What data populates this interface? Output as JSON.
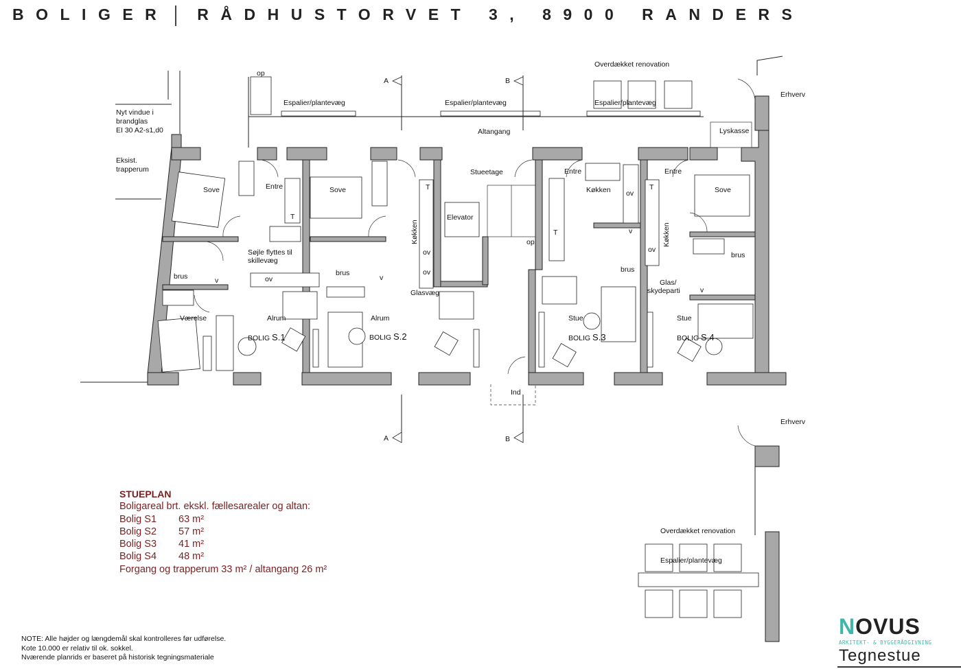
{
  "header": {
    "left": "BOLIGER",
    "right": "RÅDHUSTORVET 3, 8900 RANDERS"
  },
  "plan_labels": {
    "op_top": "op",
    "section_a": "A",
    "section_b": "B",
    "renovation_top": "Overdækket renovation",
    "erhverv_top": "Erhverv",
    "espalier_1": "Espalier/plantevæg",
    "espalier_2": "Espalier/plantevæg",
    "espalier_3": "Espalier/plantevæg",
    "altangang": "Altangang",
    "lyskasse": "Lyskasse",
    "window_note": [
      "Nyt vindue i",
      "brandglas",
      "EI 30 A2-s1,d0"
    ],
    "stair_existing": [
      "Eksist.",
      "trapperum"
    ],
    "s1_sove": "Sove",
    "s1_entre": "Entre",
    "s1_t": "T",
    "s1_column_note": [
      "Søjle flyttes til",
      "skillevæg"
    ],
    "s1_brus": "brus",
    "s1_v": "v",
    "s1_ov": "ov",
    "s1_vaerelse": "Værelse",
    "s1_alrum": "Alrum",
    "s1_bolig": "BOLIG",
    "s1_num": "S.1",
    "s2_sove": "Sove",
    "s2_brus": "brus",
    "s2_v": "v",
    "s2_alrum": "Alrum",
    "s2_bolig": "BOLIG",
    "s2_num": "S.2",
    "s2_kokken": "Køkken",
    "s2_t": "T",
    "s2_ov1": "ov",
    "s2_ov2": "ov",
    "glasvaeg": "Glasvæg",
    "stueetage": "Stueetage",
    "elevator": "Elevator",
    "op_stair": "op",
    "ind": "Ind",
    "s3_entre": "Entre",
    "s3_kokken": "Køkken",
    "s3_ov": "ov",
    "s3_v": "v",
    "s3_brus": "brus",
    "s3_t": "T",
    "s3_stue": "Stue",
    "s3_bolig": "BOLIG",
    "s3_num": "S.3",
    "s4_entre": "Entre",
    "s4_sove": "Sove",
    "s4_kokken": "Køkken",
    "s4_t": "T",
    "s4_ov": "ov",
    "s4_brus": "brus",
    "s4_glas": [
      "Glas/",
      "skydeparti"
    ],
    "s4_stue": "Stue",
    "s4_bolig": "BOLIG",
    "s4_num": "S.4",
    "s4_v": "v",
    "section_a_bottom": "A",
    "section_b_bottom": "B",
    "erhverv_bottom": "Erhverv",
    "renovation_bottom": "Overdækket renovation",
    "espalier_bottom": "Espalier/plantevæg"
  },
  "legend": {
    "title": "STUEPLAN",
    "subtitle": "Boligareal brt. ekskl. fællesarealer og altan:",
    "rows": [
      {
        "name": "Bolig S1",
        "area": "63 m²"
      },
      {
        "name": "Bolig S2",
        "area": "57 m²"
      },
      {
        "name": "Bolig S3",
        "area": "41 m²"
      },
      {
        "name": "Bolig S4",
        "area": "48 m²"
      }
    ],
    "footer": "Forgang og trapperum 33 m² / altangang 26 m²"
  },
  "notes": [
    "NOTE: Alle højder og længdemål skal kontrolleres før udførelse.",
    "Kote 10.000 er relativ til ok. sokkel.",
    "Nværende planrids er baseret på historisk tegningsmateriale"
  ],
  "logo": {
    "brand_initial": "N",
    "brand_rest": "OVUS",
    "tagline": "ARKITEKT- & BYGGERÅDGIVNING",
    "sub": "Tegnestue"
  }
}
